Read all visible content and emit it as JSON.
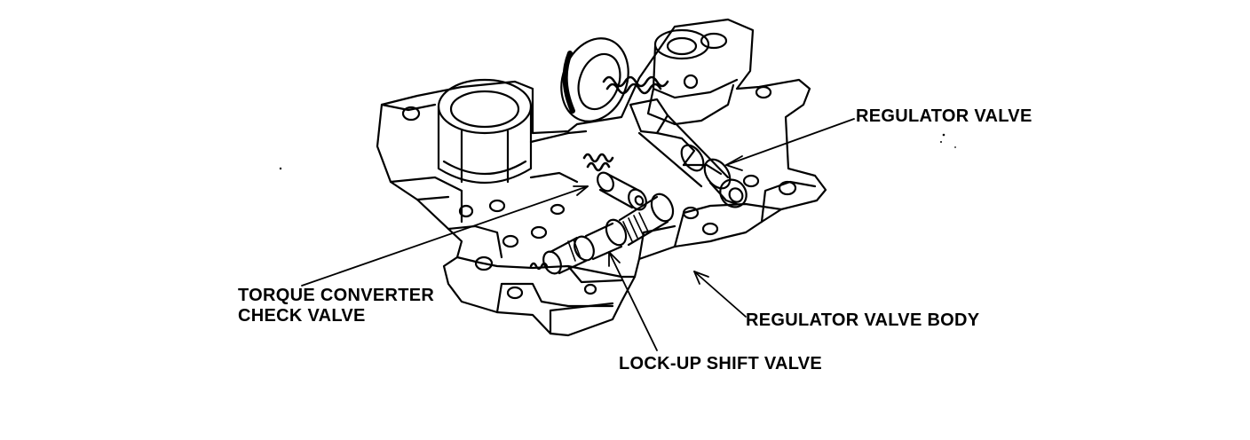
{
  "labels": {
    "regulator_valve": "REGULATOR VALVE",
    "torque_converter_check_valve": [
      "TORQUE CONVERTER",
      "CHECK VALVE"
    ],
    "regulator_valve_body": "REGULATOR VALVE BODY",
    "lock_up_shift_valve": "LOCK-UP SHIFT VALVE"
  },
  "colors": {
    "ink": "#000000",
    "paper": "#ffffff"
  }
}
